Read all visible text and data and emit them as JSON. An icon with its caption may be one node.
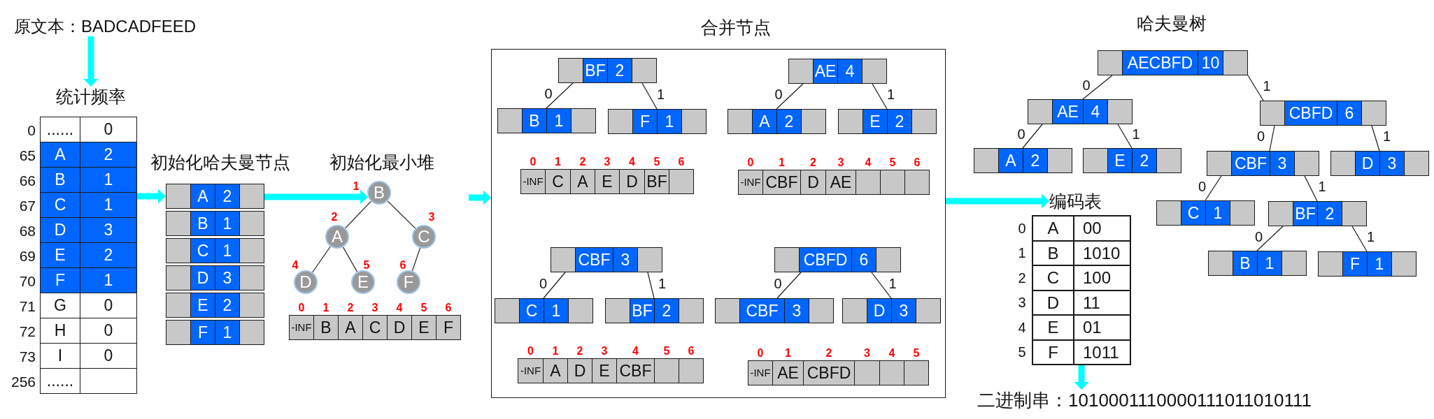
{
  "diagram": {
    "nodes": [
      {
        "text": [
          "原文本：BADCADFEED"
        ]
      },
      {
        "text": [
          "统计频率"
        ]
      },
      {
        "text": [
          "......",
          "0",
          "A",
          "2",
          "B",
          "1",
          "C",
          "1",
          "D",
          "3",
          "E",
          "2",
          "F",
          "1",
          "G",
          "0",
          "H",
          "0",
          "I",
          "0",
          "......"
        ],
        "beside": [
          "0",
          "65",
          "66",
          "67",
          "68",
          "69",
          "70",
          "71",
          "72",
          "73",
          "256"
        ]
      },
      {
        "text": [
          "A",
          "2"
        ]
      },
      {
        "text": [
          "B",
          "1"
        ]
      },
      {
        "text": [
          "C",
          "1"
        ]
      },
      {
        "text": [
          "D",
          "3"
        ]
      },
      {
        "text": [
          "E",
          "2"
        ]
      },
      {
        "text": [
          "F",
          "1"
        ]
      },
      {
        "text": [
          "B"
        ],
        "beside": [
          "1"
        ]
      },
      {
        "text": [
          "A"
        ],
        "beside": [
          "2"
        ]
      },
      {
        "text": [
          "C"
        ],
        "beside": [
          "3"
        ]
      },
      {
        "text": [
          "D"
        ],
        "beside": [
          "4"
        ]
      },
      {
        "text": [
          "E"
        ],
        "beside": [
          "5"
        ]
      },
      {
        "text": [
          "F"
        ],
        "beside": [
          "6"
        ]
      },
      {
        "text": [
          "-INF",
          "B",
          "A",
          "C",
          "D",
          "E",
          "F"
        ],
        "beside": [
          "0",
          "1",
          "2",
          "3",
          "4",
          "5",
          "6"
        ]
      },
      {
        "text": [],
        "shape": "box"
      },
      {
        "text": [
          "BF",
          "2"
        ],
        "in": 16
      },
      {
        "text": [
          "B",
          "1"
        ],
        "in": 16
      },
      {
        "text": [
          "F",
          "1"
        ],
        "in": 16
      },
      {
        "text": [
          "-INF",
          "C",
          "A",
          "E",
          "D",
          "BF"
        ],
        "beside": [
          "0",
          "1",
          "2",
          "3",
          "4",
          "5",
          "6"
        ],
        "in": 16
      },
      {
        "text": [
          "AE",
          "4"
        ],
        "in": 16
      },
      {
        "text": [
          "A",
          "2"
        ],
        "in": 16
      },
      {
        "text": [
          "E",
          "2"
        ],
        "in": 16
      },
      {
        "text": [
          "-INF",
          "CBF",
          "D",
          "AE"
        ],
        "beside": [
          "0",
          "1",
          "2",
          "3",
          "4",
          "5",
          "6"
        ],
        "in": 16
      },
      {
        "text": [
          "CBF",
          "3"
        ],
        "in": 16
      },
      {
        "text": [
          "C",
          "1"
        ],
        "in": 16
      },
      {
        "text": [
          "BF",
          "2"
        ],
        "in": 16
      },
      {
        "text": [
          "-INF",
          "A",
          "D",
          "E",
          "CBF"
        ],
        "beside": [
          "0",
          "1",
          "2",
          "3",
          "4",
          "5",
          "6"
        ],
        "in": 16
      },
      {
        "text": [
          "CBFD",
          "6"
        ],
        "in": 16
      },
      {
        "text": [
          "CBF",
          "3"
        ],
        "in": 16
      },
      {
        "text": [
          "D",
          "3"
        ],
        "in": 16
      },
      {
        "text": [
          "-INF",
          "AE",
          "CBFD"
        ],
        "beside": [
          "0",
          "1",
          "2",
          "3",
          "4",
          "5"
        ],
        "in": 16
      },
      {
        "text": [
          "AECBFD",
          "10"
        ]
      },
      {
        "text": [
          "AE",
          "4"
        ]
      },
      {
        "text": [
          "CBFD",
          "6"
        ]
      },
      {
        "text": [
          "A",
          "2"
        ]
      },
      {
        "text": [
          "E",
          "2"
        ]
      },
      {
        "text": [
          "CBF",
          "3"
        ]
      },
      {
        "text": [
          "D",
          "3"
        ]
      },
      {
        "text": [
          "C",
          "1"
        ]
      },
      {
        "text": [
          "BF",
          "2"
        ]
      },
      {
        "text": [
          "B",
          "1"
        ]
      },
      {
        "text": [
          "F",
          "1"
        ]
      },
      {
        "text": [
          "编码表"
        ]
      },
      {
        "text": [
          "A",
          "00",
          "B",
          "1010",
          "C",
          "100",
          "D",
          "11",
          "E",
          "01",
          "F",
          "1011"
        ],
        "beside": [
          "0",
          "1",
          "2",
          "3",
          "4",
          "5"
        ]
      },
      {
        "text": [
          "二进制串：1010001110000111011010111"
        ]
      }
    ],
    "edges": [
      {
        "from": 0,
        "to": 1,
        "arrow": "to",
        "style": "thick",
        "color": "#00ffff"
      },
      {
        "from": 2,
        "to": 3,
        "arrow": "to",
        "style": "thick",
        "color": "#00ffff"
      },
      {
        "from": 3,
        "to": 9,
        "arrow": "to",
        "style": "thick",
        "color": "#00ffff"
      },
      {
        "from": null,
        "to": 16,
        "arrow": "to",
        "style": "thick",
        "color": "#00ffff"
      },
      {
        "from": 16,
        "to": 44,
        "arrow": "to",
        "style": "thick",
        "color": "#00ffff"
      },
      {
        "from": 45,
        "to": 46,
        "arrow": "to",
        "style": "thick",
        "color": "#00ffff"
      },
      {
        "from": 9,
        "to": 10,
        "arrow": "none"
      },
      {
        "from": 9,
        "to": 11,
        "arrow": "none"
      },
      {
        "from": 10,
        "to": 12,
        "arrow": "none"
      },
      {
        "from": 10,
        "to": 13,
        "arrow": "none"
      },
      {
        "from": 11,
        "to": 14,
        "arrow": "none"
      },
      {
        "from": 17,
        "to": 18,
        "arrow": "none",
        "label": "0"
      },
      {
        "from": 17,
        "to": 19,
        "arrow": "none",
        "label": "1"
      },
      {
        "from": 21,
        "to": 22,
        "arrow": "none",
        "label": "0"
      },
      {
        "from": 21,
        "to": 23,
        "arrow": "none",
        "label": "1"
      },
      {
        "from": 25,
        "to": 26,
        "arrow": "none",
        "label": "0"
      },
      {
        "from": 25,
        "to": 27,
        "arrow": "none",
        "label": "1"
      },
      {
        "from": 29,
        "to": 30,
        "arrow": "none",
        "label": "0"
      },
      {
        "from": 29,
        "to": 31,
        "arrow": "none",
        "label": "1"
      },
      {
        "from": 33,
        "to": 34,
        "arrow": "none",
        "label": "0"
      },
      {
        "from": 33,
        "to": 35,
        "arrow": "none",
        "label": "1"
      },
      {
        "from": 34,
        "to": 36,
        "arrow": "none",
        "label": "0"
      },
      {
        "from": 34,
        "to": 37,
        "arrow": "none",
        "label": "1"
      },
      {
        "from": 35,
        "to": 38,
        "arrow": "none",
        "label": "0"
      },
      {
        "from": 35,
        "to": 39,
        "arrow": "none",
        "label": "1"
      },
      {
        "from": 38,
        "to": 40,
        "arrow": "none",
        "label": "0"
      },
      {
        "from": 38,
        "to": 41,
        "arrow": "none",
        "label": "1"
      },
      {
        "from": 41,
        "to": 42,
        "arrow": "none",
        "label": "0"
      },
      {
        "from": 41,
        "to": 43,
        "arrow": "none",
        "label": "1"
      }
    ],
    "labels": [
      "合并节点",
      "哈夫曼树",
      "初始化哈夫曼节点",
      "初始化最小堆"
    ]
  }
}
